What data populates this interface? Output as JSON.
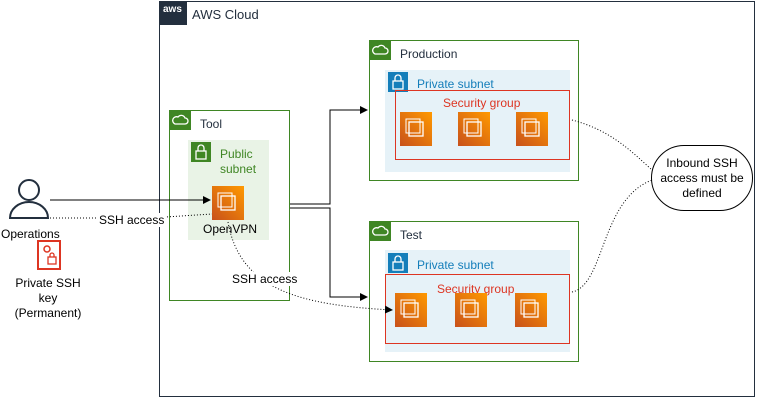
{
  "cloud": {
    "logo_text": "aws",
    "title": "AWS Cloud"
  },
  "production": {
    "title": "Production",
    "subnet_title": "Private subnet",
    "sg_title": "Security group"
  },
  "test": {
    "title": "Test",
    "subnet_title": "Private subnet",
    "sg_title": "Security group"
  },
  "tool": {
    "title": "Tool",
    "subnet_title_line1": "Public",
    "subnet_title_line2": "subnet",
    "instance_label": "OpenVPN"
  },
  "operations": {
    "user_label": "Operations",
    "key_label_line1": "Private SSH key",
    "key_label_line2": "(Permanent)"
  },
  "edges": {
    "ssh_access_1": "SSH access",
    "ssh_access_2": "SSH access"
  },
  "note": {
    "line1": "Inbound SSH",
    "line2": "access must be",
    "line3": "defined"
  },
  "colors": {
    "vpc_green": "#3f8624",
    "subnet_blue": "#147eba",
    "security_red": "#dd3522",
    "ec2_orange": "#ff9900",
    "aws_dark": "#232f3e"
  },
  "icons": [
    "aws-logo",
    "cloud-icon",
    "lock-icon",
    "ec2-instance-icon",
    "user-icon",
    "key-icon"
  ]
}
